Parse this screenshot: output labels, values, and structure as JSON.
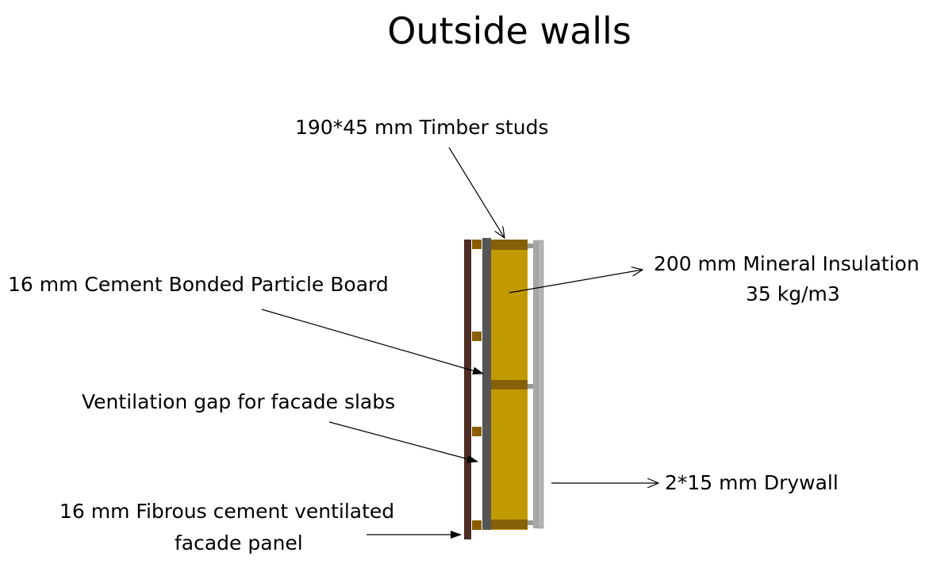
{
  "title": "Outside walls",
  "labels": {
    "timber_studs": "190*45 mm Timber studs",
    "mineral_insulation_line1": "200 mm Mineral Insulation",
    "mineral_insulation_line2": "35 kg/m3",
    "cement_board": "16 mm Cement Bonded Particle Board",
    "ventilation_gap": "Ventilation gap for facade slabs",
    "drywall": "2*15 mm Drywall",
    "facade_panel_line1": "16 mm Fibrous cement ventilated",
    "facade_panel_line2": "facade panel"
  },
  "colors": {
    "facade_panel": "#4e2d25",
    "battens": "#8a5e00",
    "cement_board": "#555555",
    "insulation": "#c09a00",
    "studs": "#86610a",
    "drywall": "#a8a8a8"
  }
}
